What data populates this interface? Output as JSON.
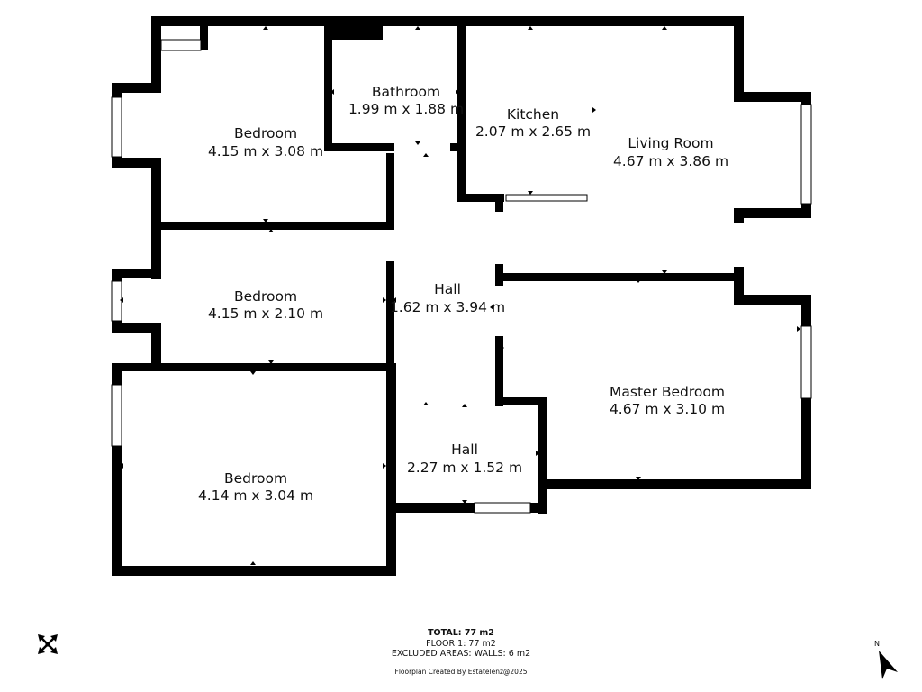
{
  "rooms": [
    {
      "name": "Bedroom",
      "dims": "4.15 m x 3.08 m"
    },
    {
      "name": "Bathroom",
      "dims": "1.99 m x 1.88 m"
    },
    {
      "name": "Kitchen",
      "dims": "2.07 m x 2.65 m"
    },
    {
      "name": "Living Room",
      "dims": "4.67 m x 3.86 m"
    },
    {
      "name": "Bedroom",
      "dims": "4.15 m x 2.10 m"
    },
    {
      "name": "Hall",
      "dims": "1.62 m x 3.94 m"
    },
    {
      "name": "Master Bedroom",
      "dims": "4.67 m x 3.10 m"
    },
    {
      "name": "Hall",
      "dims": "2.27 m x 1.52 m"
    },
    {
      "name": "Bedroom",
      "dims": "4.14 m x 3.04 m"
    }
  ],
  "summary": {
    "total": "TOTAL: 77 m2",
    "floor": "FLOOR 1: 77 m2",
    "excluded": "EXCLUDED AREAS: WALLS: 6 m2",
    "credit": "Floorplan Created By Estatelenz@2025"
  },
  "compass": {
    "label": "N"
  },
  "colors": {
    "wall": "#000000",
    "window": "#ffffff",
    "text": "#111111"
  },
  "icons": [
    "north-arrow-icon",
    "cross-arrows-icon"
  ]
}
